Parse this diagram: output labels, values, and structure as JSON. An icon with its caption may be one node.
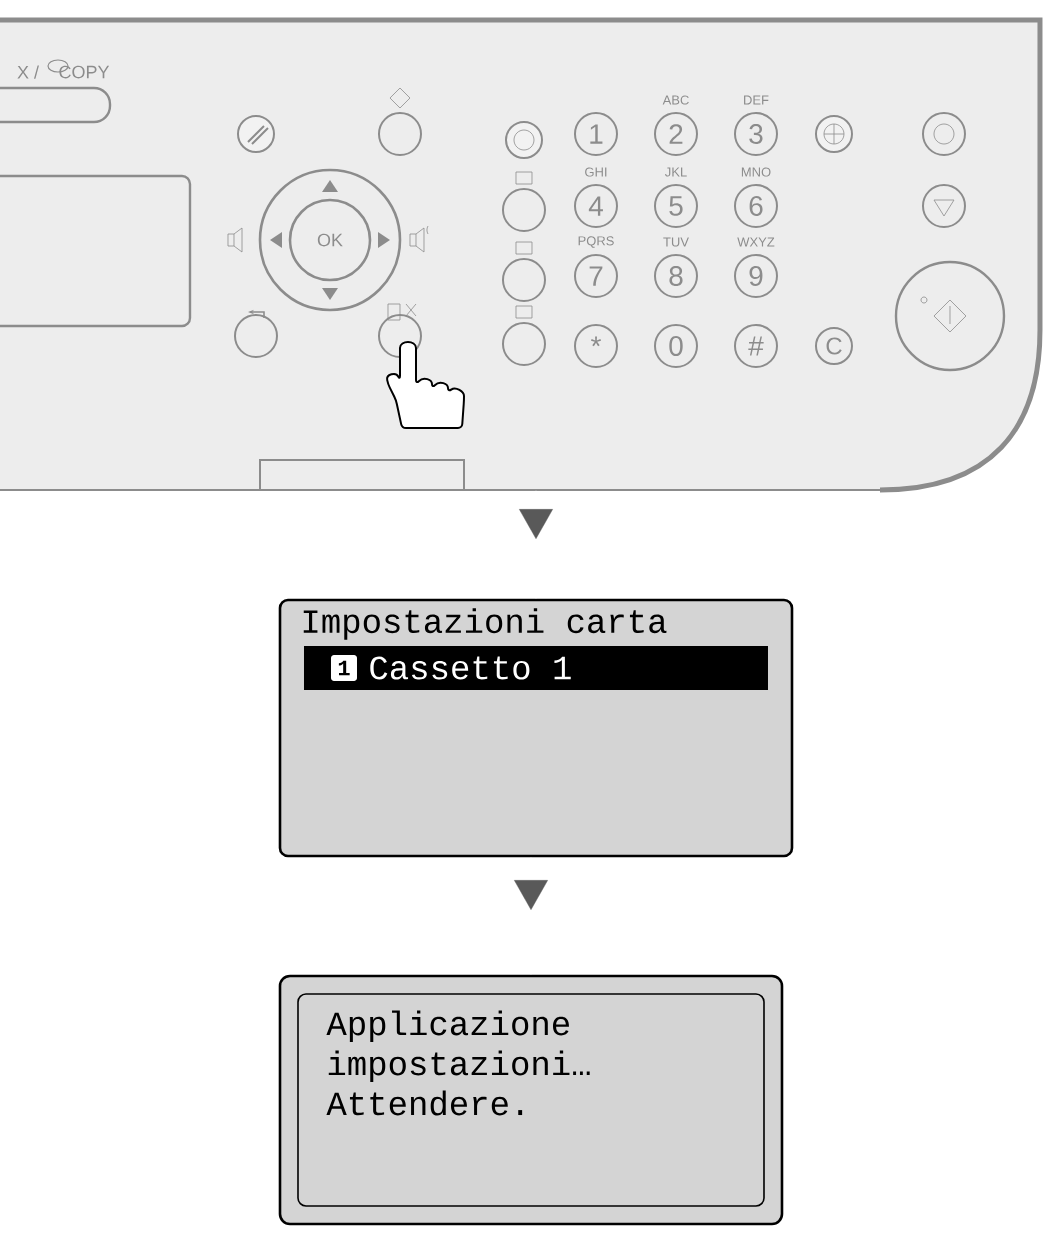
{
  "diagram": {
    "nodes": [
      {
        "text": [],
        "shape": "picture"
      },
      {
        "text": [
          "Impostazioni carta",
          "1",
          "Cassetto 1"
        ]
      },
      {
        "text": [
          "Applicazione impostazioni… Attendere."
        ]
      }
    ],
    "edges": [
      {
        "from": 0,
        "to": 1,
        "arrow": "to"
      },
      {
        "from": 1,
        "to": 2,
        "arrow": "to"
      }
    ],
    "labels": [
      "X /",
      "COPY",
      "OK",
      "ABC",
      "DEF",
      "1",
      "2",
      "3",
      "GHI",
      "JKL",
      "MNO",
      "4",
      "5",
      "6",
      "PQRS",
      "TUV",
      "WXYZ",
      "7",
      "8",
      "9",
      "*",
      "0",
      "#",
      "C"
    ]
  }
}
